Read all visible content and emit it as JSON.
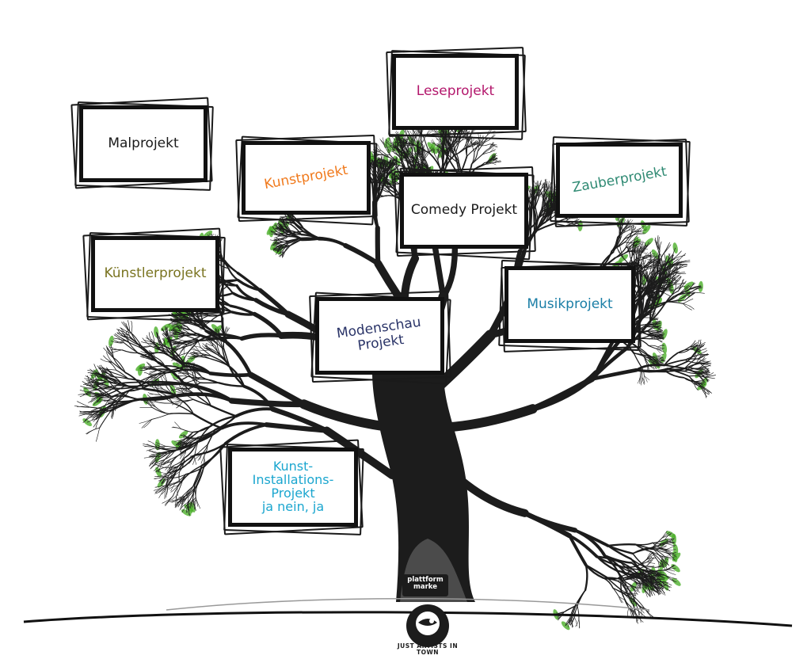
{
  "colors": {
    "tree": "#1c1c1c",
    "leaf": "#4caf2a",
    "ground": "#111111"
  },
  "cards": [
    {
      "id": "malprojekt",
      "text": "Malprojekt",
      "color": "#1a1a1a"
    },
    {
      "id": "kunstprojekt",
      "text": "Kunstprojekt",
      "color": "#f07a1d"
    },
    {
      "id": "leseprojekt",
      "text": "Leseprojekt",
      "color": "#b3176c"
    },
    {
      "id": "comedy",
      "text": "Comedy Projekt",
      "color": "#1a1a1a"
    },
    {
      "id": "zauberprojekt",
      "text": "Zauberprojekt",
      "color": "#2f8a73"
    },
    {
      "id": "kuenstlerprojekt",
      "text": "Künstlerprojekt",
      "color": "#7a7421"
    },
    {
      "id": "musikprojekt",
      "text": "Musikprojekt",
      "color": "#1a7ea6"
    },
    {
      "id": "modenschau",
      "text": "Modenschau\nProjekt",
      "color": "#2a3468"
    },
    {
      "id": "installation",
      "text": "Kunst-\nInstallations-\nProjekt\nja nein, ja",
      "color": "#1ba6cf"
    }
  ],
  "logo": {
    "top_text": "plattform\nmarke",
    "ring_text": "JUST ARTISTS IN TOWN",
    "icon": "hands-icon"
  }
}
